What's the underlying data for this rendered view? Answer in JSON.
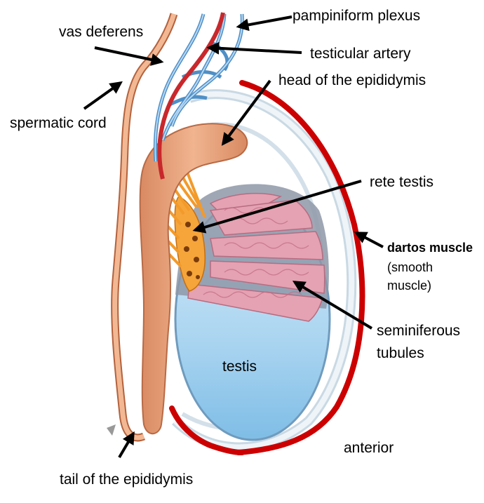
{
  "labels": {
    "pampiniform_plexus": "pampiniform plexus",
    "vas_deferens": "vas deferens",
    "testicular_artery": "testicular artery",
    "head_of_epididymis": "head of the epididymis",
    "spermatic_cord": "spermatic cord",
    "rete_testis": "rete testis",
    "dartos_muscle": "dartos muscle",
    "dartos_note_line1": "(smooth",
    "dartos_note_line2": "muscle)",
    "seminiferous_line1": "seminiferous",
    "seminiferous_line2": "tubules",
    "testis": "testis",
    "anterior": "anterior",
    "tail_of_epididymis": "tail of the epididymis"
  },
  "colors": {
    "dartos": "#cc0000",
    "vein": "#5a9fd4",
    "artery": "#c8282c",
    "epididymis": "#e8a07a",
    "rete": "#f39a2a",
    "tubules": "#e4a2b2",
    "testis_fill": "#a9d4f0",
    "tunica": "#d8e6ee"
  }
}
